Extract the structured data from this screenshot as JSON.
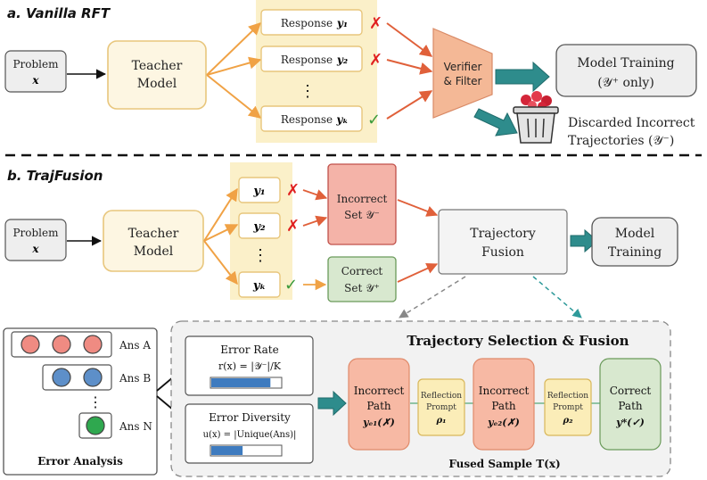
{
  "section_a": {
    "title": "a. Vanilla RFT",
    "problem": {
      "label": "Problem",
      "var": "x"
    },
    "teacher": {
      "line1": "Teacher",
      "line2": "Model"
    },
    "responses": [
      {
        "label": "Response",
        "var": "y₁",
        "mark": "✗"
      },
      {
        "label": "Response",
        "var": "y₂",
        "mark": "✗"
      },
      {
        "label": "Response",
        "var": "yₖ",
        "mark": "✓"
      }
    ],
    "dots": "⋮",
    "verifier": {
      "line1": "Verifier",
      "line2": "& Filter"
    },
    "training": {
      "line1": "Model Training",
      "line2": "(𝒴⁺ only)"
    },
    "discarded": {
      "line1": "Discarded Incorrect",
      "line2": "Trajectories (𝒴⁻)"
    }
  },
  "section_b": {
    "title": "b. TrajFusion",
    "problem": {
      "label": "Problem",
      "var": "x"
    },
    "teacher": {
      "line1": "Teacher",
      "line2": "Model"
    },
    "responses": [
      {
        "var": "y₁",
        "mark": "✗"
      },
      {
        "var": "y₂",
        "mark": "✗"
      },
      {
        "var": "yₖ",
        "mark": "✓"
      }
    ],
    "dots": "⋮",
    "incorrect_set": {
      "line1": "Incorrect",
      "line2": "Set 𝒴⁻"
    },
    "correct_set": {
      "line1": "Correct",
      "line2": "Set 𝒴⁺"
    },
    "fusion": {
      "line1": "Trajectory",
      "line2": "Fusion"
    },
    "training": {
      "line1": "Model",
      "line2": "Training"
    }
  },
  "error_analysis": {
    "title": "Error Analysis",
    "answers": [
      "Ans A",
      "Ans B",
      "Ans N"
    ],
    "dots": "⋮",
    "error_rate": {
      "title": "Error Rate",
      "formula": "r(x) = |𝒴⁻|/K",
      "level": 0.85
    },
    "error_diversity": {
      "title": "Error Diversity",
      "formula": "u(x) = |Unique(Ans)|",
      "level": 0.45
    }
  },
  "selection": {
    "title": "Trajectory Selection & Fusion",
    "caption": "Fused Sample T(x)",
    "path1": {
      "line1": "Incorrect",
      "line2": "Path",
      "var": "yₑ₁(✗)"
    },
    "refl1": {
      "line1": "Reflection",
      "line2": "Prompt",
      "var": "ρ₁"
    },
    "path2": {
      "line1": "Incorrect",
      "line2": "Path",
      "var": "yₑ₂(✗)"
    },
    "refl2": {
      "line1": "Reflection",
      "line2": "Prompt",
      "var": "ρ₂"
    },
    "path3": {
      "line1": "Correct",
      "line2": "Path",
      "var": "y*(✓)"
    }
  },
  "colors": {
    "orange": "#f0a245",
    "red_cross": "#e02020",
    "green_check": "#3a9a3a",
    "teal": "#2e8c8c",
    "highlight": "#fbf0c9",
    "incorrect_fill": "#f4b3a8",
    "correct_fill": "#d8e8cf",
    "path_fill": "#f7b9a4",
    "refl_fill": "#fbedb8",
    "bar_fill": "#3e7bbf"
  }
}
